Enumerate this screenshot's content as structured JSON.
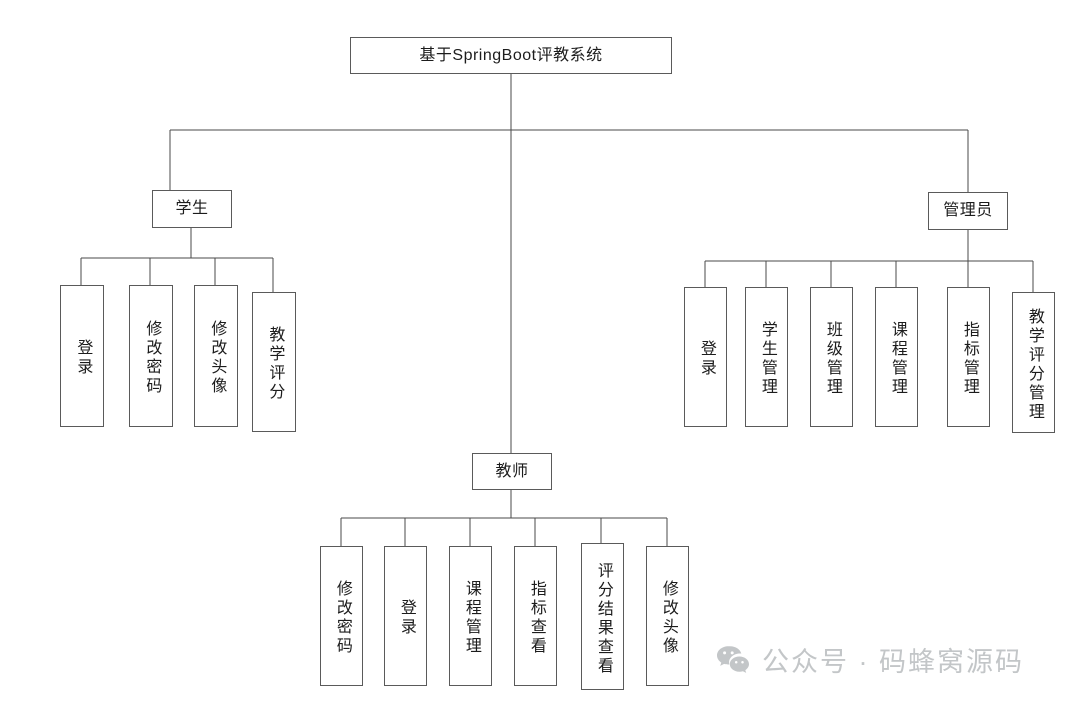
{
  "diagram": {
    "title": "基于SpringBoot评教系统",
    "type": "functional-structure-tree",
    "root": {
      "id": "root",
      "label": "基于SpringBoot评教系统",
      "orientation": "horizontal"
    },
    "branches": [
      {
        "id": "student",
        "label": "学生",
        "orientation": "horizontal",
        "children": [
          {
            "id": "student-login",
            "label": "登录"
          },
          {
            "id": "student-change-password",
            "label": "修改密码"
          },
          {
            "id": "student-change-avatar",
            "label": "修改头像"
          },
          {
            "id": "student-teaching-score",
            "label": "教学评分"
          }
        ]
      },
      {
        "id": "teacher",
        "label": "教师",
        "orientation": "horizontal",
        "children": [
          {
            "id": "teacher-change-password",
            "label": "修改密码"
          },
          {
            "id": "teacher-login",
            "label": "登录"
          },
          {
            "id": "teacher-course-management",
            "label": "课程管理"
          },
          {
            "id": "teacher-indicator-view",
            "label": "指标查看"
          },
          {
            "id": "teacher-score-result-view",
            "label": "评分结果查看"
          },
          {
            "id": "teacher-change-avatar",
            "label": "修改头像"
          }
        ]
      },
      {
        "id": "admin",
        "label": "管理员",
        "orientation": "horizontal",
        "children": [
          {
            "id": "admin-login",
            "label": "登录"
          },
          {
            "id": "admin-student-management",
            "label": "学生管理"
          },
          {
            "id": "admin-class-management",
            "label": "班级管理"
          },
          {
            "id": "admin-course-management",
            "label": "课程管理"
          },
          {
            "id": "admin-indicator-management",
            "label": "指标管理"
          },
          {
            "id": "admin-teaching-score-management",
            "label": "教学评分管理"
          }
        ]
      }
    ]
  },
  "watermark": {
    "icon": "wechat-icon",
    "text": "公众号 · 码蜂窝源码",
    "color": "#c3c6c8"
  },
  "colors": {
    "background": "#ffffff",
    "box_border": "#5a5a5a",
    "connector": "#4a4a4a",
    "text": "#1c1c1c",
    "watermark": "#c3c6c8"
  }
}
